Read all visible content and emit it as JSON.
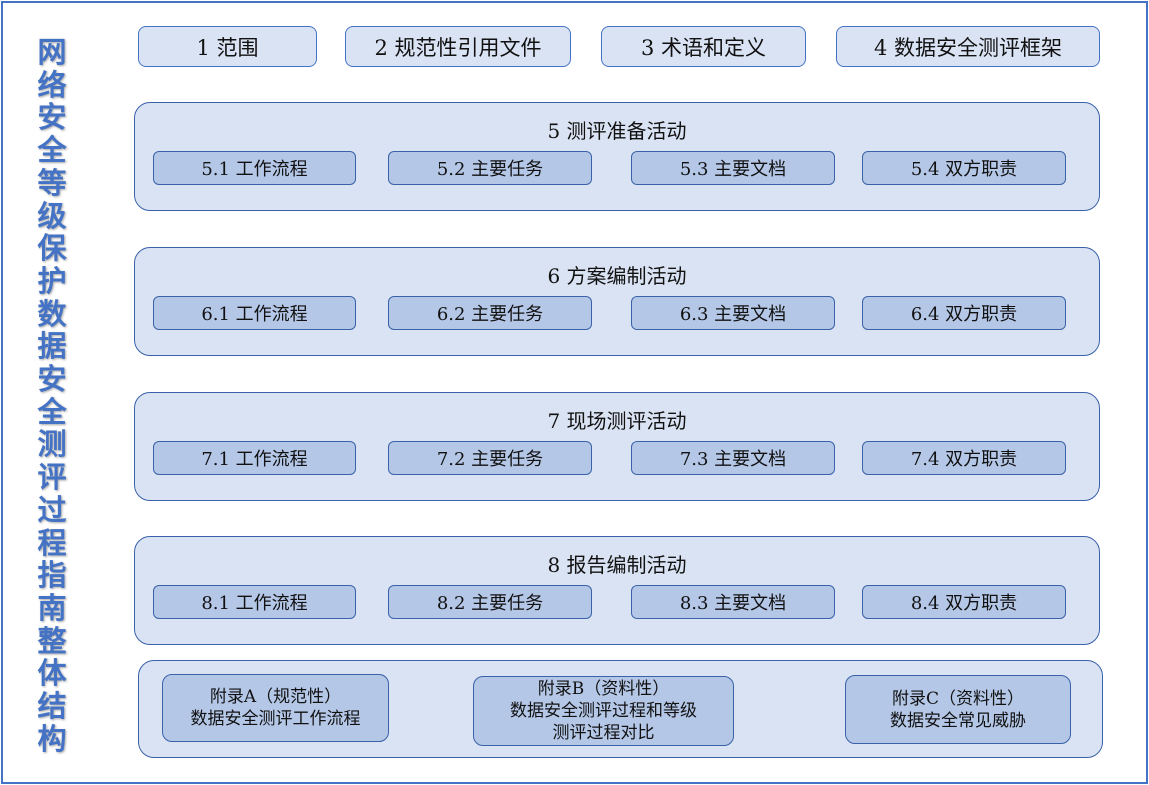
{
  "title": "网络安全等级保护数据安全测评过程指南整体结构",
  "top_items": [
    "1 范围",
    "2 规范性引用文件",
    "3 术语和定义",
    "4 数据安全测评框架"
  ],
  "sections": [
    {
      "title": "5 测评准备活动",
      "items": [
        "5.1 工作流程",
        "5.2 主要任务",
        "5.3 主要文档",
        "5.4 双方职责"
      ]
    },
    {
      "title": "6 方案编制活动",
      "items": [
        "6.1 工作流程",
        "6.2 主要任务",
        "6.3 主要文档",
        "6.4 双方职责"
      ]
    },
    {
      "title": "7 现场测评活动",
      "items": [
        "7.1 工作流程",
        "7.2 主要任务",
        "7.3 主要文档",
        "7.4 双方职责"
      ]
    },
    {
      "title": "8 报告编制活动",
      "items": [
        "8.1 工作流程",
        "8.2 主要任务",
        "8.3 主要文档",
        "8.4 双方职责"
      ]
    }
  ],
  "appendices": [
    {
      "lines": [
        "附录A（规范性）",
        "数据安全测评工作流程"
      ]
    },
    {
      "lines": [
        "附录B（资料性）",
        "数据安全测评过程和等级",
        "测评过程对比"
      ]
    },
    {
      "lines": [
        "附录C（资料性）",
        "数据安全常见威胁"
      ]
    }
  ]
}
